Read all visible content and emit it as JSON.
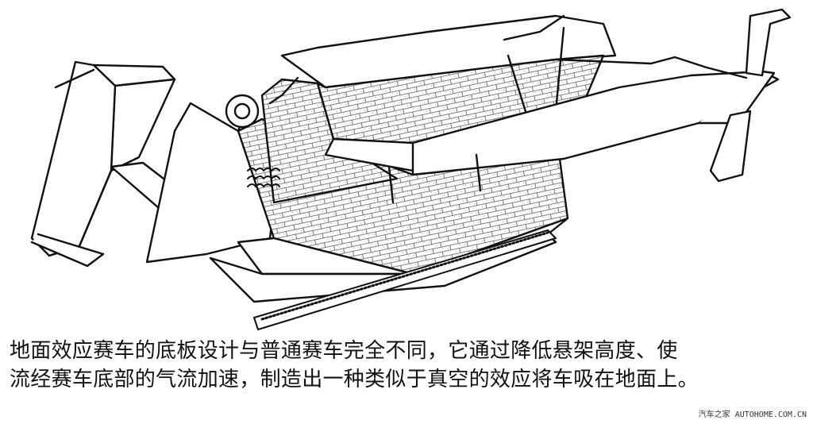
{
  "caption": {
    "line1": "地面效应赛车的底板设计与普通赛车完全不同，它通过降低悬架高度、使",
    "line2": "流经赛车底部的气流加速，制造出一种类似于真空的效应将车吸在地面上。"
  },
  "watermark": {
    "text": "汽车之家 AUTOHOME.COM.CN"
  },
  "colors": {
    "ink": "#111111",
    "background": "#ffffff",
    "hatch": "#555555"
  }
}
